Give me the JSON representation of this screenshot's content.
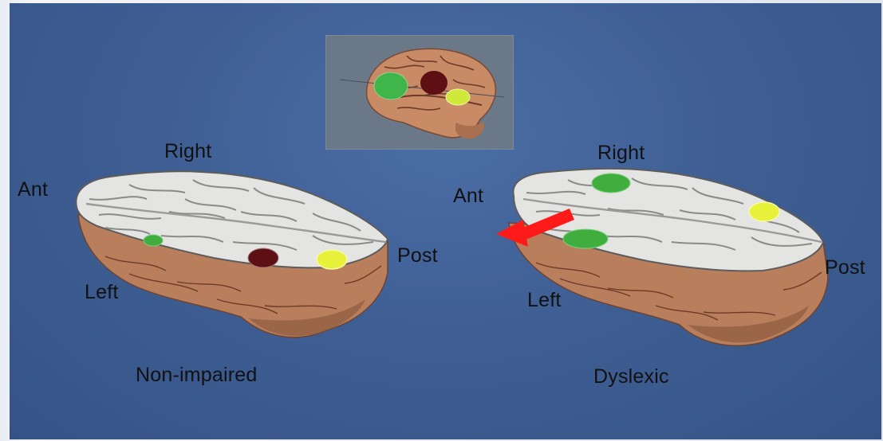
{
  "colors": {
    "background": "#3f5f94",
    "brain_surface": "#c98a66",
    "brain_section": "#e4e4e2",
    "region_green": "#3fae3f",
    "region_yellow": "#e8f23a",
    "region_maroon": "#5e0f14",
    "arrow": "#ff1a1a"
  },
  "left_brain": {
    "label_right": "Right",
    "label_ant": "Ant",
    "label_left": "Left",
    "label_post": "Post",
    "caption": "Non-impaired"
  },
  "right_brain": {
    "label_right": "Right",
    "label_ant": "Ant",
    "label_left": "Left",
    "label_post": "Post",
    "caption": "Dyslexic"
  },
  "icons": {
    "arrow": "red-arrow-icon"
  }
}
